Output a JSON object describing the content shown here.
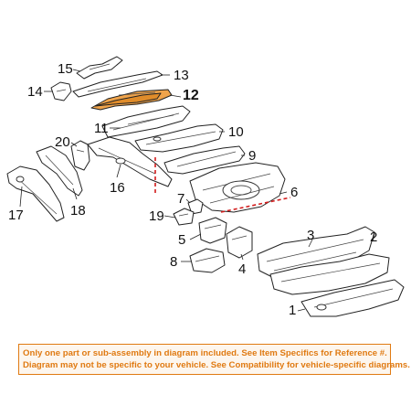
{
  "diagram": {
    "callouts": [
      "1",
      "2",
      "3",
      "4",
      "5",
      "6",
      "7",
      "8",
      "9",
      "10",
      "11",
      "12",
      "13",
      "14",
      "15",
      "16",
      "17",
      "18",
      "19",
      "20"
    ],
    "highlight_color": "#f0a44b",
    "section_line_color": "#d21c1c"
  },
  "notice": {
    "line1": "Only one part or sub-assembly in diagram included. See Item Specifics for Reference #.",
    "line2": "Diagram may not be specific to your vehicle. See Compatibility for vehicle-specific diagrams.",
    "color": "#e07a12"
  }
}
